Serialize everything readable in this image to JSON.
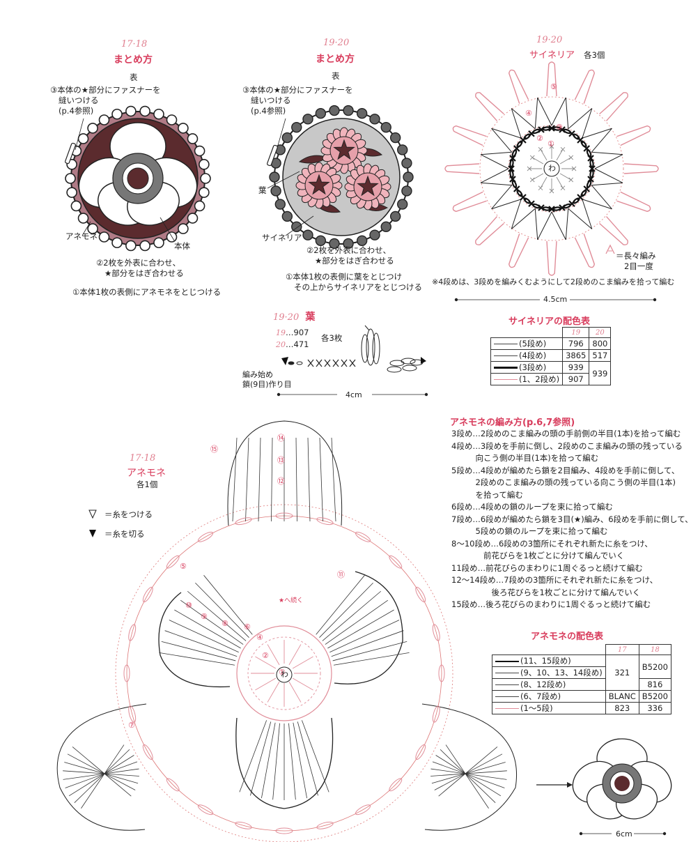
{
  "assembly_1718": {
    "number": "17·18",
    "title": "まとめ方",
    "face": "表",
    "note3": [
      "③本体の★部分にファスナーを",
      "縫いつける",
      "(p.4参照)"
    ],
    "label_anemone": "アネモネ",
    "label_body": "本体",
    "note2": [
      "②2枚を外表に合わせ、",
      "★部分をはぎ合わせる"
    ],
    "note1": "①本体1枚の表側にアネモネをとじつける"
  },
  "assembly_1920": {
    "number": "19·20",
    "title": "まとめ方",
    "face": "表",
    "note3": [
      "③本体の★部分にファスナーを",
      "縫いつける",
      "(p.4参照)"
    ],
    "label_leaf": "葉",
    "label_cineraria": "サイネリア",
    "note2": [
      "②2枚を外表に合わせ、",
      "★部分をはぎ合わせる"
    ],
    "note1": [
      "①本体1枚の表側に葉をとじつけ",
      "その上からサイネリアをとじつける"
    ]
  },
  "cineraria": {
    "number": "19·20",
    "title": "サイネリア",
    "count": "各3個",
    "rounds": [
      "①",
      "②",
      "③",
      "④",
      "⑤"
    ],
    "center": "わ",
    "legend": [
      "＝長々編み",
      "2目一度"
    ],
    "note": "※4段めは、3段めを編みくむようにして2段めのこま編みを拾って編む",
    "size": "4.5cm"
  },
  "cineraria_colors": {
    "title": "サイネリアの配色表",
    "headers": [
      "19",
      "20"
    ],
    "rows": [
      {
        "label": "(5段め)",
        "c19": "796",
        "c20": "800"
      },
      {
        "label": "(4段め)",
        "c19": "3865",
        "c20": "517"
      },
      {
        "label": "(3段め)",
        "c19": "939",
        "c20": "939"
      },
      {
        "label": "(1、2段め)",
        "c19": "907",
        "c20": ""
      }
    ]
  },
  "leaf": {
    "number": "19·20",
    "title": "葉",
    "c19": "19",
    "c19v": "…907",
    "c20": "20",
    "c20v": "…471",
    "count": "各3枚",
    "start": [
      "編み始め",
      "鎖(9目)作り目"
    ],
    "size": "4cm"
  },
  "anemone": {
    "number": "17·18",
    "title": "アネモネ",
    "count": "各1個",
    "legend_attach": "＝糸をつける",
    "legend_cut": "＝糸を切る",
    "rounds_inner": [
      "①",
      "②",
      "④",
      "⑥",
      "⑧",
      "⑨",
      "⑩",
      "⑤",
      "⑦",
      "⑪"
    ],
    "rounds_upper": [
      "⑭",
      "⑬",
      "⑫",
      "⑮"
    ],
    "center": "わ",
    "continue": "★へ続く",
    "size": "6cm"
  },
  "anemone_method": {
    "title": "アネモネの編み方(p.6,7参照)",
    "lines": [
      "3段め…2段めのこま編みの頭の手前側の半目(1本)を拾って編む",
      "4段め…3段めを手前に倒し、2段めのこま編みの頭の残っている",
      "　　　向こう側の半目(1本)を拾って編む",
      "5段め…4段めが編めたら鎖を2目編み、4段めを手前に倒して、",
      "　　　2段めのこま編みの頭の残っている向こう側の半目(1本)",
      "　　　を拾って編む",
      "6段め…4段めの鎖のループを束に拾って編む",
      "7段め…6段めが編めたら鎖を3目(★)編み、6段めを手前に倒して、",
      "　　　5段めの鎖のループを束に拾って編む",
      "8〜10段め…6段めの3箇所にそれぞれ新たに糸をつけ、",
      "　　　　前花びらを1枚ごとに分けて編んでいく",
      "11段め…前花びらのまわりに1周ぐるっと続けて編む",
      "12〜14段め…7段めの3箇所にそれぞれ新たに糸をつけ、",
      "　　　　　後ろ花びらを1枚ごとに分けて編んでいく",
      "15段め…後ろ花びらのまわりに1周ぐるっと続けて編む"
    ]
  },
  "anemone_colors": {
    "title": "アネモネの配色表",
    "headers": [
      "17",
      "18"
    ],
    "rows": [
      {
        "label": "(11、15段め)",
        "c17": "321",
        "c18": "B5200"
      },
      {
        "label": "(9、10、13、14段め)",
        "c17": "",
        "c18": ""
      },
      {
        "label": "(8、12段め)",
        "c17": "",
        "c18": "816"
      },
      {
        "label": "(6、7段め)",
        "c17": "BLANC",
        "c18": "B5200"
      },
      {
        "label": "(1〜5段)",
        "c17": "823",
        "c18": "336"
      }
    ]
  }
}
